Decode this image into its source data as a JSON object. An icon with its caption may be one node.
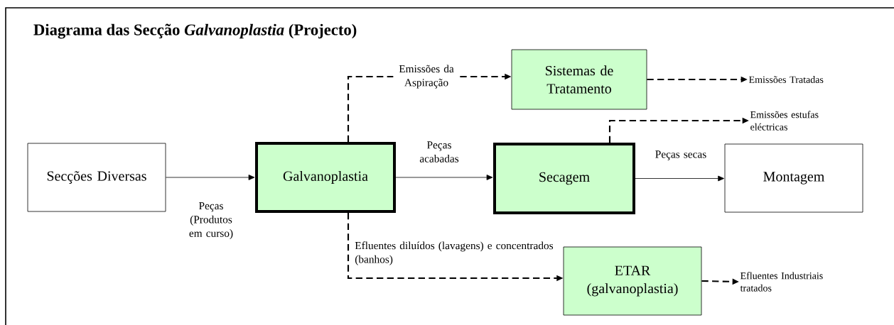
{
  "diagram": {
    "title": "Diagrama das Secção *Galvanoplastia* (Projecto)",
    "nodes": [
      {
        "text": [
          "Secções Diversas"
        ]
      },
      {
        "text": [
          "Galvanoplastia"
        ]
      },
      {
        "text": [
          "Sistemas de Tratamento"
        ]
      },
      {
        "text": [
          "Secagem"
        ]
      },
      {
        "text": [
          "Montagem"
        ]
      },
      {
        "text": [
          "ETAR (galvanoplastia)"
        ]
      },
      {
        "text": [
          "Emissões Tratadas"
        ]
      },
      {
        "text": [
          "Emissões estufas eléctricas"
        ]
      },
      {
        "text": [
          "Efluentes Industriais tratados"
        ]
      }
    ],
    "edges": [
      {
        "from": 0,
        "to": 1,
        "arrow": "to",
        "label": "Peças (Produtos em curso)"
      },
      {
        "from": 1,
        "to": 3,
        "arrow": "to",
        "label": "Peças acabadas"
      },
      {
        "from": 3,
        "to": 4,
        "arrow": "to",
        "label": "Peças secas"
      },
      {
        "from": 1,
        "to": 2,
        "arrow": "to",
        "label": "Emissões da Aspiração",
        "style": "dashed"
      },
      {
        "from": 2,
        "to": 6,
        "arrow": "to",
        "style": "dashed"
      },
      {
        "from": 3,
        "to": 7,
        "arrow": "to",
        "style": "dashed"
      },
      {
        "from": 1,
        "to": 5,
        "arrow": "to",
        "label": "Efluentes diluídos (lavagens) e concentrados (banhos)",
        "style": "dashed"
      },
      {
        "from": 5,
        "to": 8,
        "arrow": "to",
        "style": "dashed"
      }
    ]
  }
}
